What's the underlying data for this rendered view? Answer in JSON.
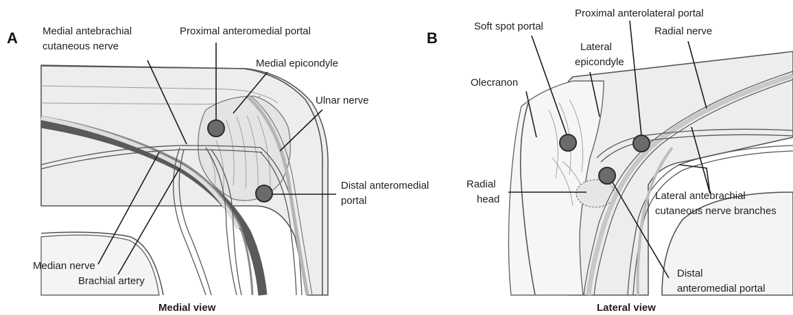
{
  "panels": [
    {
      "letter": "A",
      "caption": "Medial view",
      "labels": {
        "mac_nerve_1": "Medial antebrachial",
        "mac_nerve_2": "cutaneous nerve",
        "prox_am_portal": "Proximal anteromedial portal",
        "medial_epicondyle": "Medial epicondyle",
        "ulnar_nerve": "Ulnar nerve",
        "distal_am_portal_1": "Distal anteromedial",
        "distal_am_portal_2": "portal",
        "median_nerve": "Median nerve",
        "brachial_artery": "Brachial artery"
      }
    },
    {
      "letter": "B",
      "caption": "Lateral view",
      "labels": {
        "soft_spot_portal": "Soft spot portal",
        "prox_al_portal": "Proximal anterolateral portal",
        "lateral_epicondyle_1": "Lateral",
        "lateral_epicondyle_2": "epicondyle",
        "radial_nerve": "Radial nerve",
        "olecranon": "Olecranon",
        "radial_head_1": "Radial",
        "radial_head_2": "head",
        "lacn_branches_1": "Lateral antebrachial",
        "lacn_branches_2": "cutaneous nerve branches",
        "distal_am_portal_1": "Distal",
        "distal_am_portal_2": "anteromedial portal"
      }
    }
  ],
  "colors": {
    "artery": "#5a5a5a",
    "nerve": "#d9d9d9",
    "portal": "#6b6b6b",
    "limb": "#ececec"
  }
}
